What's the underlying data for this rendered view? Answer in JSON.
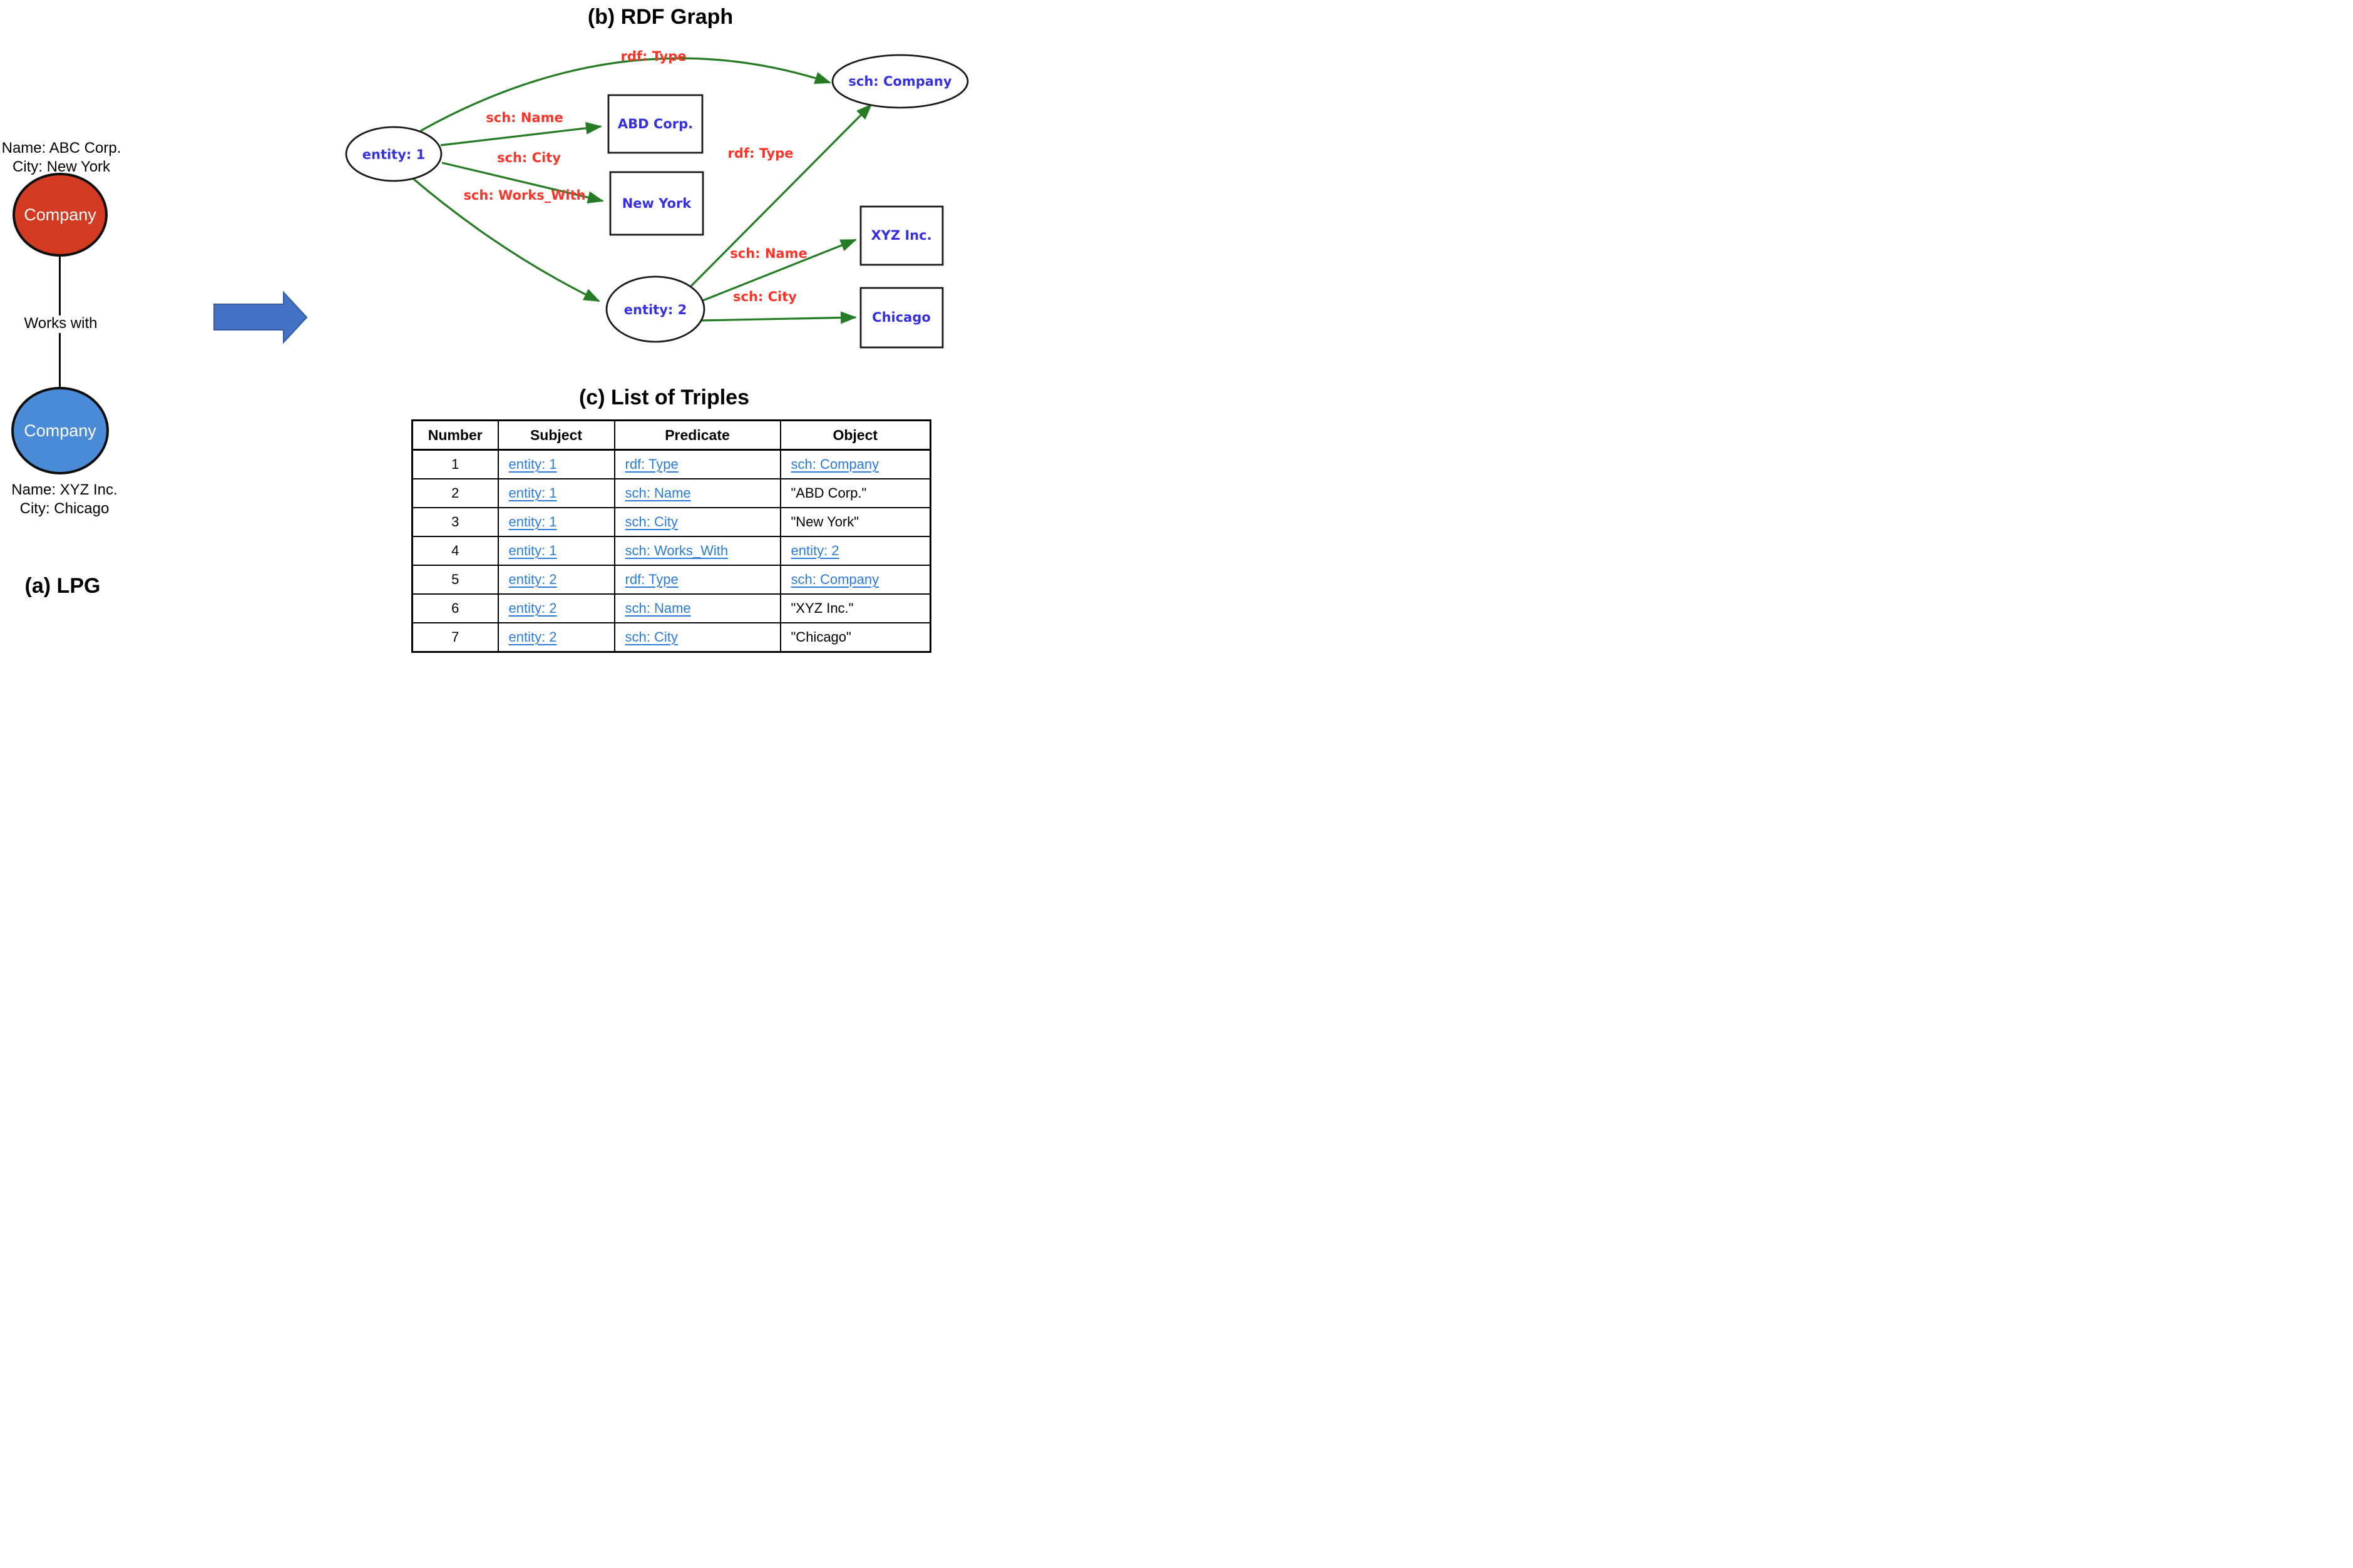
{
  "colors": {
    "lpg_red": "#d23a22",
    "lpg_blue": "#4a8bd8",
    "block_arrow_blue": "#4472c4",
    "edge_green": "#257c25",
    "node_text_blue": "#3531e0",
    "edge_label_red": "#fa3428",
    "table_link_blue": "#2b7cd9"
  },
  "lpg": {
    "caption": "(a) LPG",
    "node1": {
      "props_line1": "Name: ABC Corp.",
      "props_line2": "City: New York",
      "label": "Company"
    },
    "edge_label": "Works with",
    "node2": {
      "label": "Company",
      "props_line1": "Name: XYZ Inc.",
      "props_line2": "City: Chicago"
    }
  },
  "rdf_graph": {
    "title": "(b) RDF Graph",
    "nodes": {
      "entity1": "entity: 1",
      "abd": "ABD Corp.",
      "ny": "New York",
      "company": "sch: Company",
      "entity2": "entity: 2",
      "xyz": "XYZ Inc.",
      "chicago": "Chicago"
    },
    "edge_labels": {
      "e1_type": "rdf: Type",
      "e1_name": "sch: Name",
      "e1_city": "sch: City",
      "e1_works": "sch: Works_With",
      "e2_type": "rdf: Type",
      "e2_name": "sch: Name",
      "e2_city": "sch: City"
    }
  },
  "triples": {
    "title": "(c) List of Triples",
    "columns": [
      "Number",
      "Subject",
      "Predicate",
      "Object"
    ],
    "rows": [
      {
        "number": "1",
        "subject": "entity: 1",
        "predicate": "rdf: Type",
        "object": "sch: Company"
      },
      {
        "number": "2",
        "subject": "entity: 1",
        "predicate": "sch: Name",
        "object": "\"ABD Corp.\""
      },
      {
        "number": "3",
        "subject": "entity: 1",
        "predicate": "sch: City",
        "object": "\"New York\""
      },
      {
        "number": "4",
        "subject": "entity: 1",
        "predicate": "sch: Works_With",
        "object": "entity: 2"
      },
      {
        "number": "5",
        "subject": "entity: 2",
        "predicate": "rdf: Type",
        "object": "sch: Company"
      },
      {
        "number": "6",
        "subject": "entity: 2",
        "predicate": "sch: Name",
        "object": "\"XYZ Inc.\""
      },
      {
        "number": "7",
        "subject": "entity: 2",
        "predicate": "sch: City",
        "object": "\"Chicago\""
      }
    ]
  }
}
